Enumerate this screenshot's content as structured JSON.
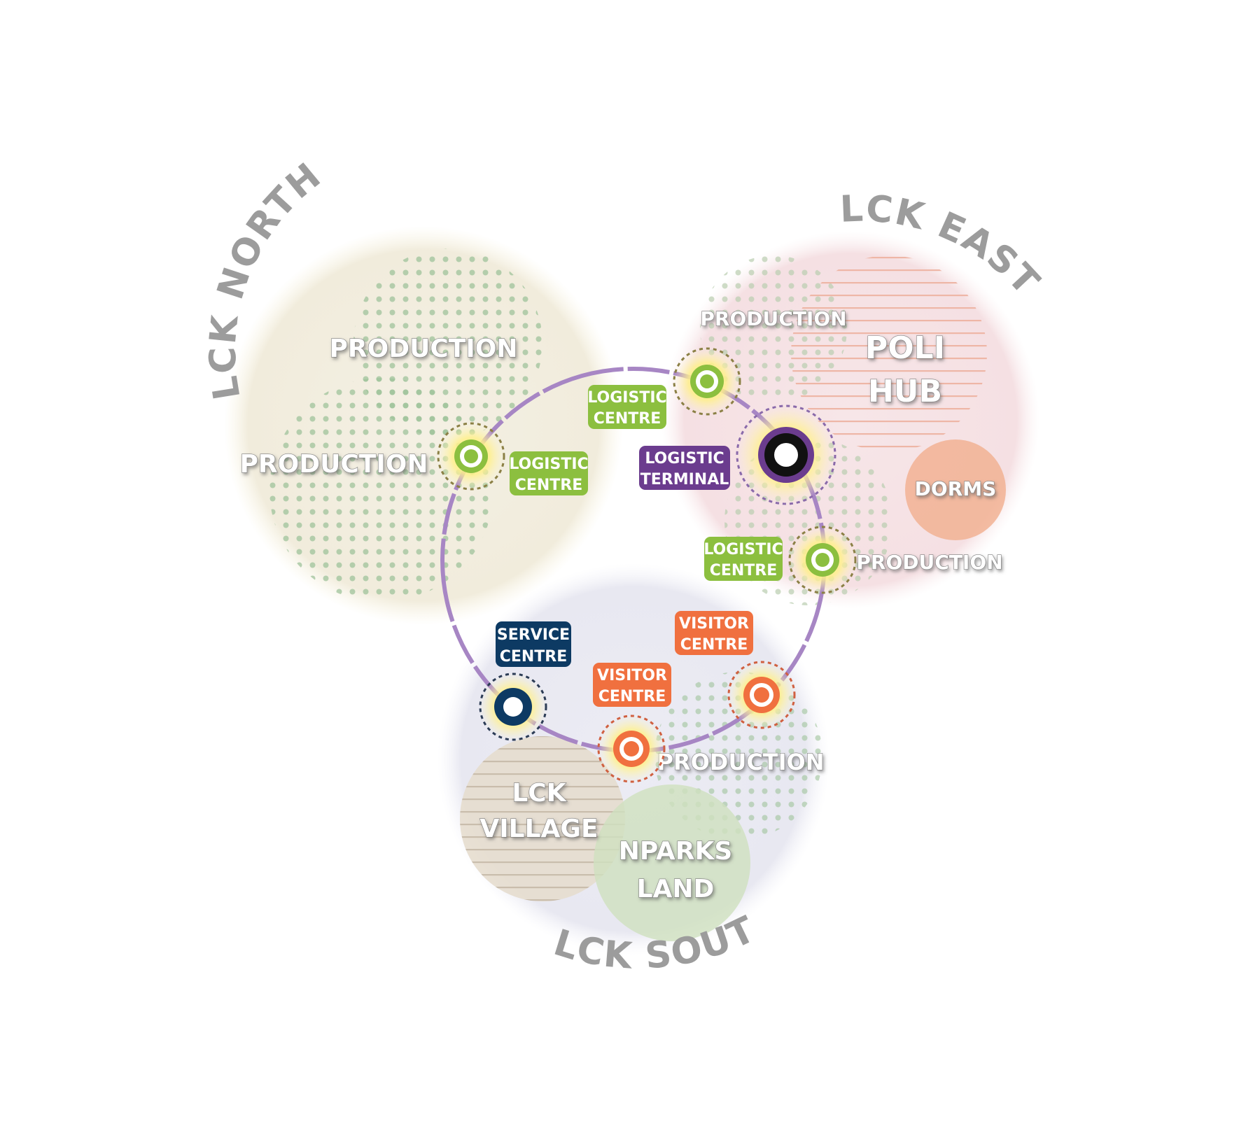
{
  "regions": {
    "north": {
      "title": "LCK NORTH",
      "color": "#f3efe2"
    },
    "east": {
      "title": "LCK EAST",
      "color": "#f6e3e6"
    },
    "south": {
      "title": "LCK SOUTH",
      "color": "#e9e9f2"
    }
  },
  "zones": {
    "north_production_1": "PRODUCTION",
    "north_production_2": "PRODUCTION",
    "east_production_top": "PRODUCTION",
    "poli_hub_line1": "POLI",
    "poli_hub_line2": "HUB",
    "dorms": "DORMS",
    "east_production_right": "PRODUCTION",
    "south_production": "PRODUCTION",
    "lck_village_line1": "LCK",
    "lck_village_line2": "VILLAGE",
    "nparks_line1": "NPARKS",
    "nparks_line2": "LAND"
  },
  "tags": {
    "logistic_centre_top": {
      "line1": "LOGISTIC",
      "line2": "CENTRE"
    },
    "logistic_centre_left": {
      "line1": "LOGISTIC",
      "line2": "CENTRE"
    },
    "logistic_terminal": {
      "line1": "LOGISTIC",
      "line2": "TERMINAL"
    },
    "logistic_centre_right": {
      "line1": "LOGISTIC",
      "line2": "CENTRE"
    },
    "service_centre": {
      "line1": "SERVICE",
      "line2": "CENTRE"
    },
    "visitor_centre_right": {
      "line1": "VISITOR",
      "line2": "CENTRE"
    },
    "visitor_centre_bottom": {
      "line1": "VISITOR",
      "line2": "CENTRE"
    }
  },
  "colors": {
    "logistic": "#8cbf3f",
    "terminal": "#6b3c8e",
    "service": "#0d3a63",
    "visitor": "#f0703f",
    "loop": "#a786c4",
    "dots": "#9fc39a",
    "stripes": "#eeb6a6",
    "village_stripes": "#cbbfae",
    "dorms": "#f2b090",
    "nparks": "#cfe0c0"
  },
  "icons": {
    "logistic_node": "green-ring-node",
    "terminal_node": "purple-black-ring-node",
    "service_node": "navy-ring-node",
    "visitor_node": "orange-ring-node"
  }
}
